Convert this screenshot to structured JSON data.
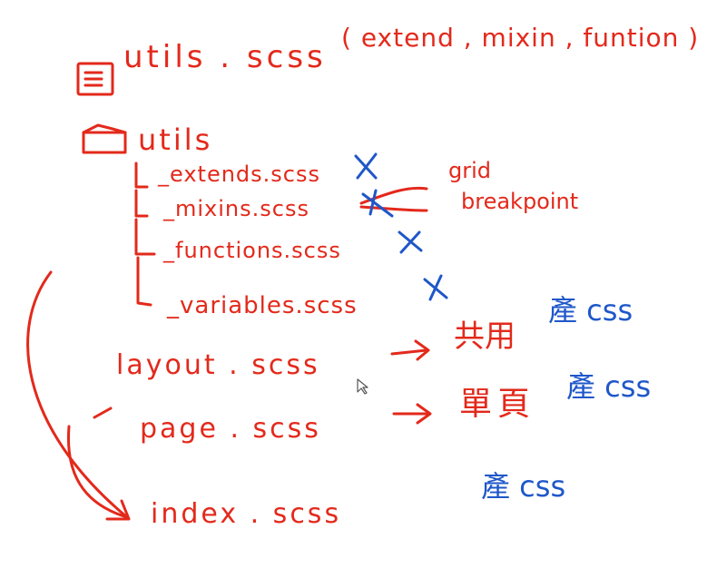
{
  "colors": {
    "red_ink": "#e3291b",
    "blue_ink": "#1f57c9",
    "background": "#ffffff"
  },
  "icons": {
    "file": "file-icon",
    "folder": "folder-icon",
    "arrow": "arrow-right-icon",
    "cursor": "mouse-cursor-icon"
  },
  "notes": {
    "title_file": "utils . scss",
    "title_paren": "( extend , mixin , funtion )",
    "folder": "utils",
    "children": [
      {
        "name": "_extends.scss",
        "mark": "X"
      },
      {
        "name": "_mixins.scss",
        "mark": "X"
      },
      {
        "name": "_functions.scss",
        "mark": "X"
      },
      {
        "name": "_variables.scss",
        "mark": "X"
      }
    ],
    "side_notes": [
      "grid",
      "breakpoint"
    ],
    "files": [
      {
        "name": "layout . scss",
        "target": "共用",
        "css": "產 css"
      },
      {
        "name": "page . scss",
        "target": "單頁",
        "css": "產 css"
      },
      {
        "name": "index . scss",
        "css": "產 css"
      }
    ]
  }
}
